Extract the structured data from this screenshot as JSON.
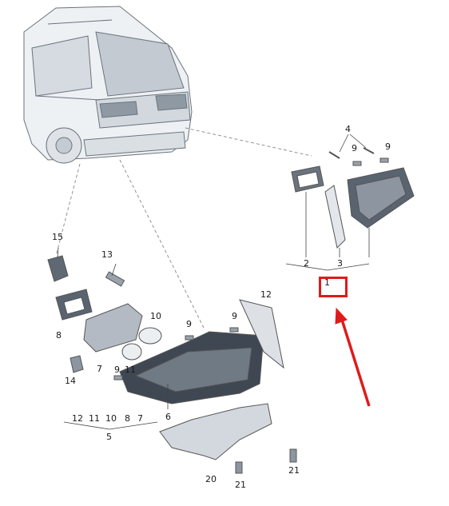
{
  "callouts": {
    "c1": "1",
    "c2": "2",
    "c3": "3",
    "c4": "4",
    "c5": "5",
    "c6": "6",
    "c7a": "7",
    "c7b": "7",
    "c8a": "8",
    "c8b": "8",
    "c9a": "9",
    "c9b": "9",
    "c9c": "9",
    "c9d": "9",
    "c9e": "9",
    "c10a": "10",
    "c10b": "10",
    "c11a": "11",
    "c11b": "11",
    "c12a": "12",
    "c12b": "12",
    "c13": "13",
    "c14": "14",
    "c15": "15",
    "c20": "20",
    "c21a": "21",
    "c21b": "21"
  },
  "colors": {
    "highlight": "#e01a1a",
    "line": "#555555",
    "part_fill": "#d8dde3",
    "dark_fill": "#5a6370"
  },
  "highlight": {
    "part": "1",
    "shape": "box-with-arrow"
  }
}
